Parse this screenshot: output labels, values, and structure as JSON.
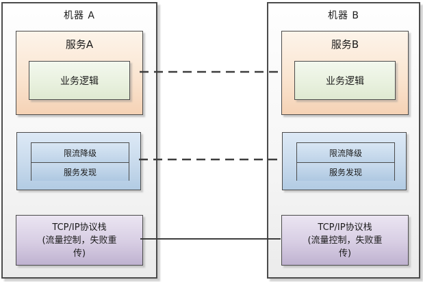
{
  "diagram": {
    "machines": [
      {
        "title": "机器 A",
        "service": {
          "title": "服务A",
          "logic_label": "业务逻辑"
        },
        "governance": {
          "items": [
            "限流降级",
            "服务发现"
          ]
        },
        "tcp": {
          "lines": [
            "TCP/IP协议栈",
            "(流量控制，失败重",
            "传)"
          ]
        }
      },
      {
        "title": "机器 B",
        "service": {
          "title": "服务B",
          "logic_label": "业务逻辑"
        },
        "governance": {
          "items": [
            "限流降级",
            "服务发现"
          ]
        },
        "tcp": {
          "lines": [
            "TCP/IP协议栈",
            "(流量控制，失败重",
            "传)"
          ]
        }
      }
    ],
    "connectors": [
      {
        "between": "service-business-logic",
        "style": "dashed"
      },
      {
        "between": "governance-layer",
        "style": "dashed"
      },
      {
        "between": "tcp-ip-stack",
        "style": "solid"
      }
    ],
    "colors": {
      "service_box": "#f5d2b5",
      "logic_box": "#e6efdb",
      "governance_box": "#b2cbe3",
      "tcp_box": "#cfc4dd",
      "box_border": "#4a4a4a",
      "connector": "#3d3d3d",
      "machine_fill": "#f3f3f3"
    }
  }
}
